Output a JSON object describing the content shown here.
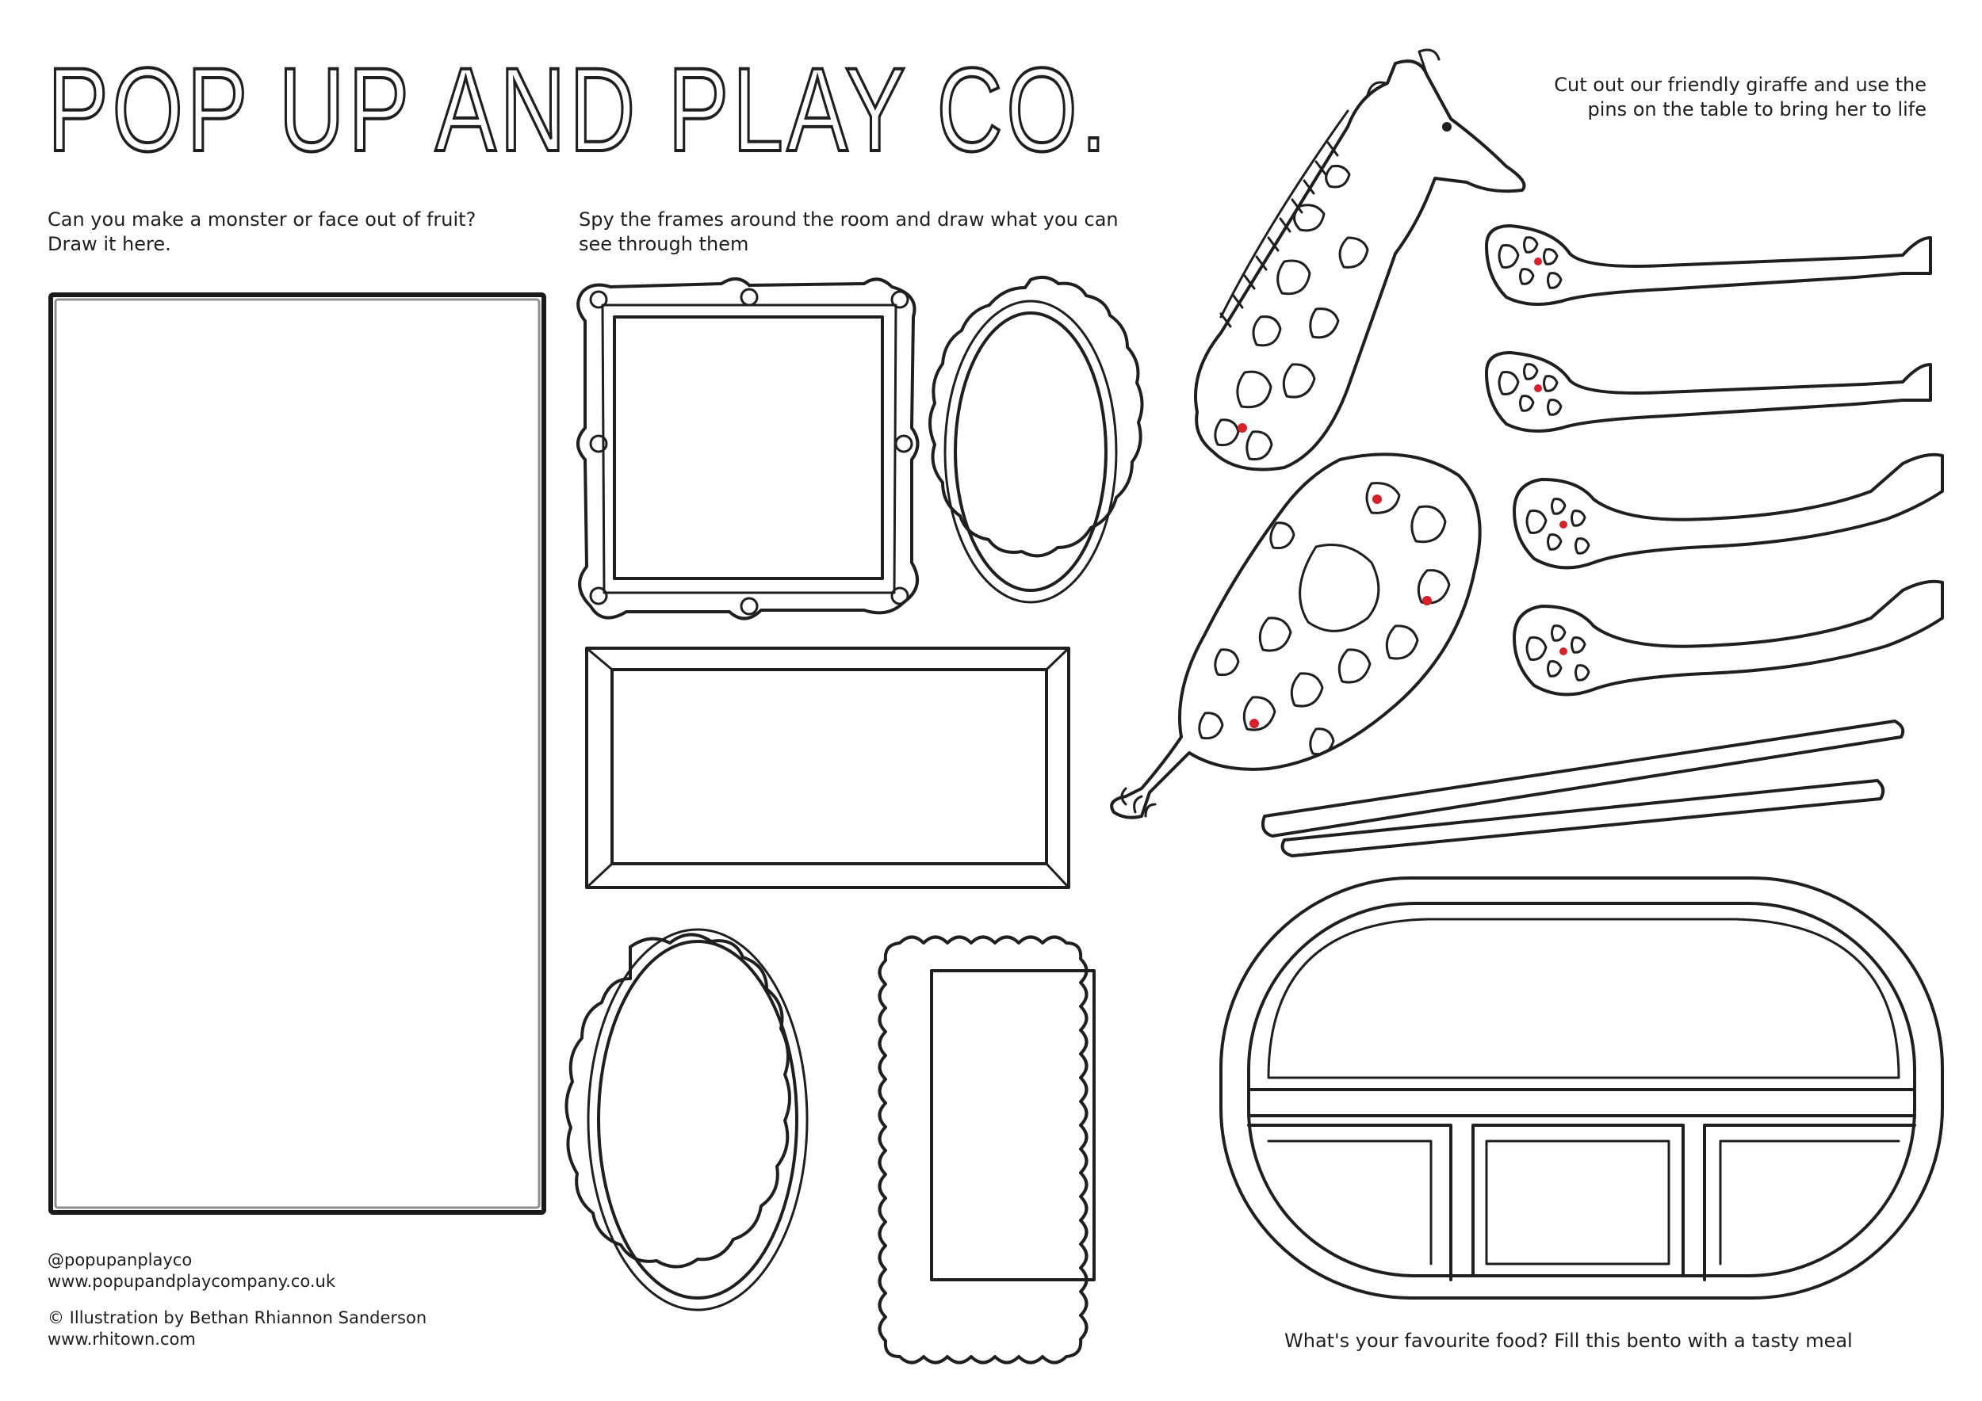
{
  "brand": {
    "title": "POP UP AND PLAY CO."
  },
  "activities": {
    "fruit_monster": {
      "line1": "Can you make a monster or face out of fruit?",
      "line2": "Draw it here."
    },
    "spy_frames": {
      "line1": "Spy the frames around the room and draw what you can",
      "line2": "see through them"
    },
    "giraffe": {
      "line1": "Cut out our friendly giraffe and use the",
      "line2": "pins on the table to bring her to life"
    },
    "bento": {
      "caption": "What's your favourite food? Fill this bento with a tasty meal"
    }
  },
  "footer": {
    "social_handle": "@popupanplayco",
    "website": "www.popupandplaycompany.co.uk",
    "credit": "© Illustration by Bethan Rhiannon Sanderson",
    "credit_site": "www.rhitown.com"
  },
  "colors": {
    "ink": "#1f1f1f",
    "pin_red": "#d8202a",
    "paper": "#ffffff"
  }
}
